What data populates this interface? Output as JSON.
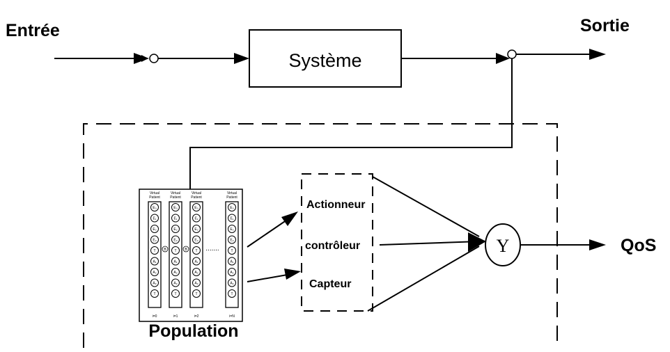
{
  "labels": {
    "input": "Entrée",
    "output": "Sortie",
    "system": "Système",
    "actuator": "Actionneur",
    "controller": "contrôleur",
    "sensor": "Capteur",
    "combiner": "Y",
    "qos": "QoS",
    "population": "Population",
    "ellipsis": "......."
  },
  "population_columns": [
    {
      "header_line1": "Virtual",
      "header_line2": "Patient",
      "footer": "i=0"
    },
    {
      "header_line1": "Virtual",
      "header_line2": "Patient",
      "footer": "i=1"
    },
    {
      "header_line1": "Virtual",
      "header_line2": "Patient",
      "footer": "i=2"
    },
    {
      "header_line1": "Virtual",
      "header_line2": "Patient",
      "footer": "i=N"
    }
  ],
  "population_node_labels": [
    "E₀",
    "E₁",
    "E₂",
    "E₃",
    "T",
    "A₁",
    "A₂",
    "A₃",
    "T"
  ],
  "population_links": [
    "B",
    "B"
  ]
}
